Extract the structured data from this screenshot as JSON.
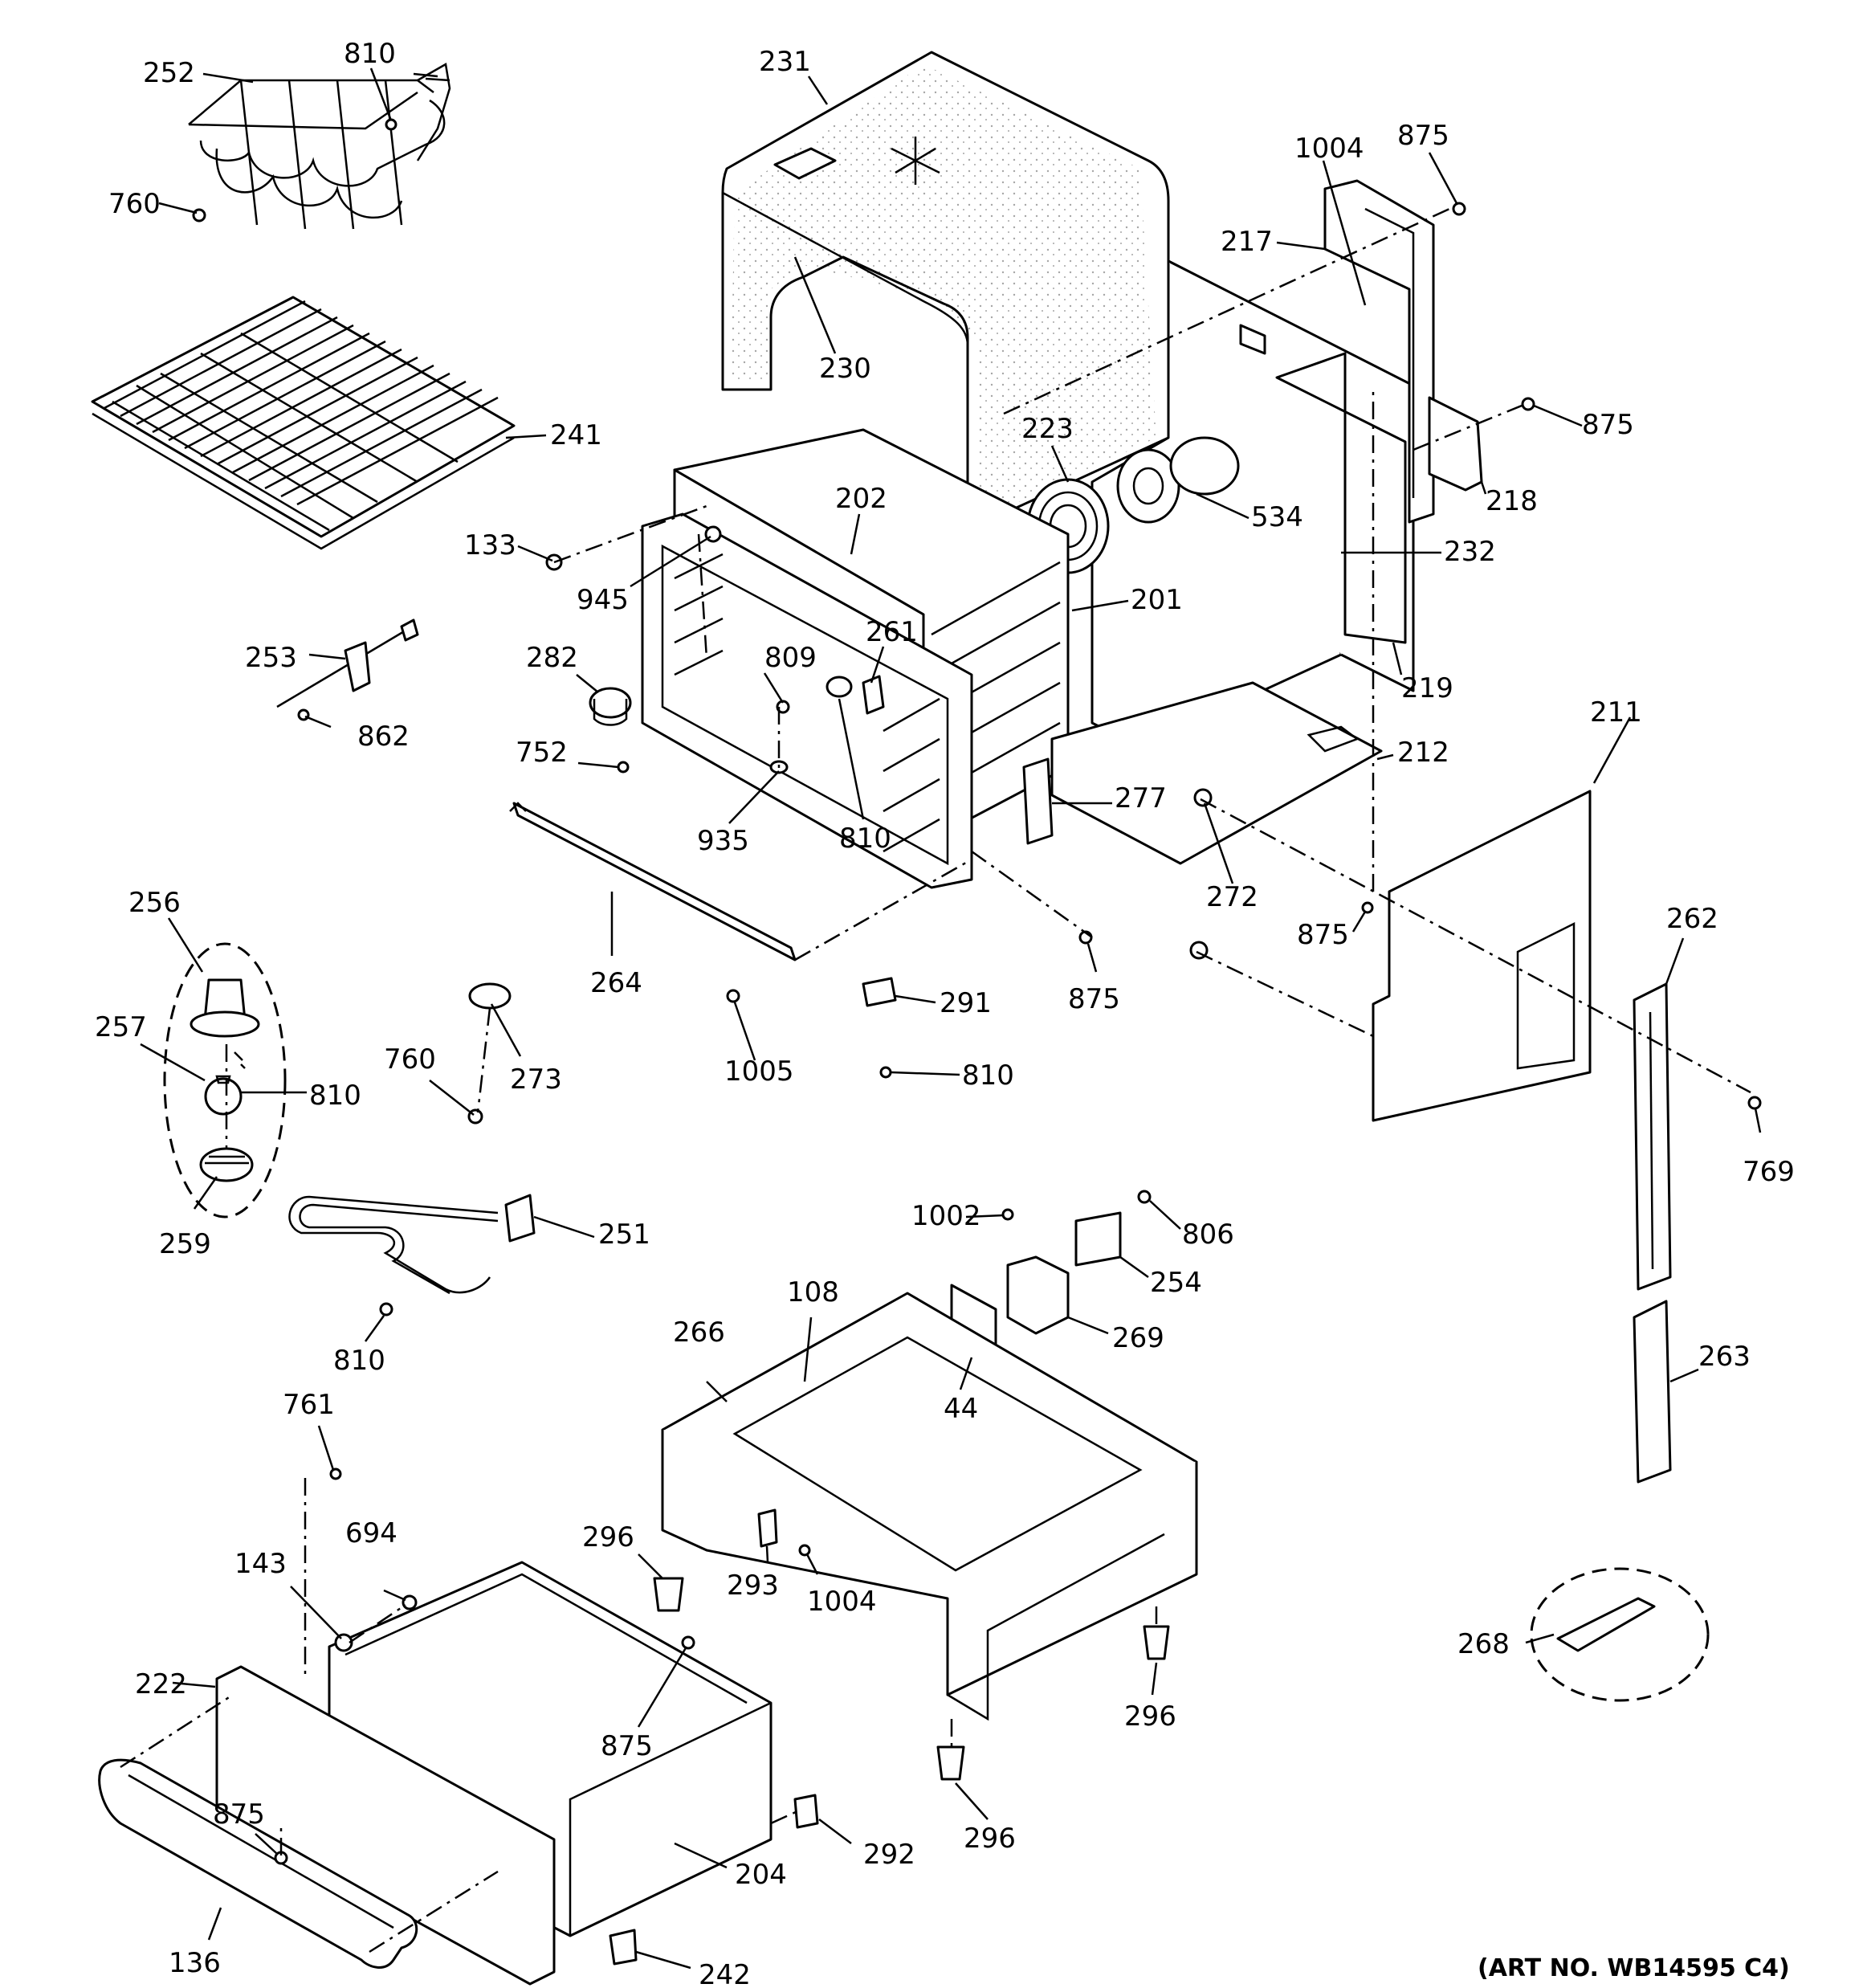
{
  "art_number": "(ART NO. WB14595 C4)",
  "labels": {
    "l252": "252",
    "l810a": "810",
    "l760a": "760",
    "l241": "241",
    "l231": "231",
    "l230": "230",
    "l1004a": "1004",
    "l875a": "875",
    "l217": "217",
    "l875b": "875",
    "l218": "218",
    "l223": "223",
    "l534": "534",
    "l232": "232",
    "l219": "219",
    "l202": "202",
    "l133": "133",
    "l945": "945",
    "l201": "201",
    "l253": "253",
    "l862": "862",
    "l282": "282",
    "l809": "809",
    "l261": "261",
    "l752": "752",
    "l810b": "810",
    "l935": "935",
    "l212": "212",
    "l211": "211",
    "l277": "277",
    "l272": "272",
    "l875c": "875",
    "l262": "262",
    "l256": "256",
    "l264": "264",
    "l875d": "875",
    "l291": "291",
    "l257": "257",
    "l760b": "760",
    "l273": "273",
    "l1005": "1005",
    "l810c": "810",
    "l810d": "810",
    "l769": "769",
    "l259": "259",
    "l1002": "1002",
    "l806": "806",
    "l251": "251",
    "l254": "254",
    "l108": "108",
    "l266": "266",
    "l269": "269",
    "l810e": "810",
    "l44": "44",
    "l263": "263",
    "l761": "761",
    "l296a": "296",
    "l694": "694",
    "l143": "143",
    "l293": "293",
    "l1004b": "1004",
    "l268": "268",
    "l296b": "296",
    "l222": "222",
    "l875e": "875",
    "l875f": "875",
    "l292": "292",
    "l296c": "296",
    "l204": "204",
    "l136": "136",
    "l242": "242"
  }
}
